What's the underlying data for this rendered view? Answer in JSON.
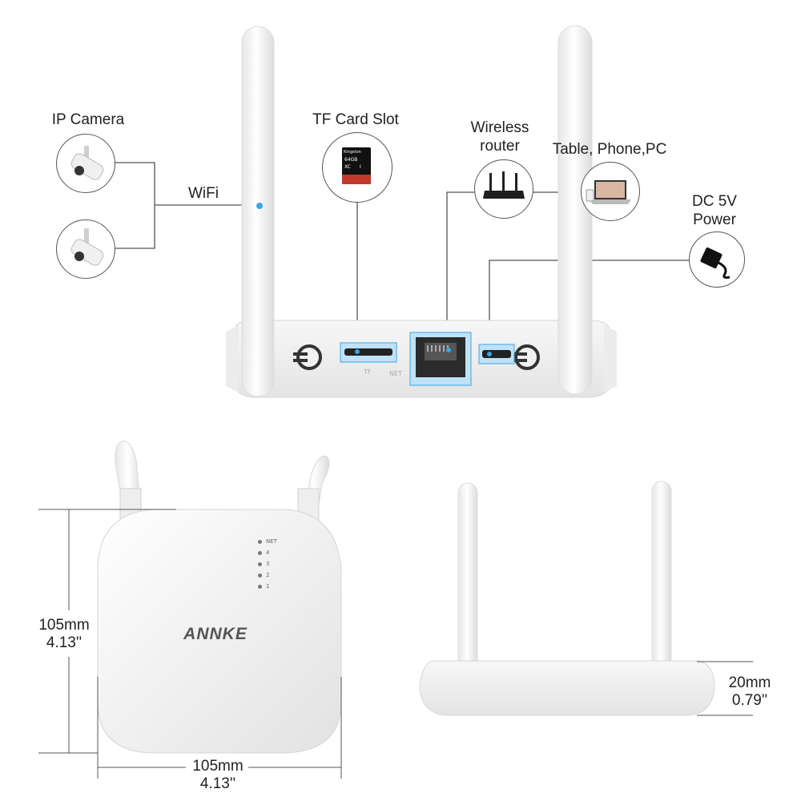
{
  "top_diagram": {
    "ip_camera_label": "IP Camera",
    "wifi_label": "WiFi",
    "tf_card_label": "TF Card Slot",
    "tf_card_text": [
      "Kingston",
      "64GB",
      "XC",
      "I"
    ],
    "wireless_router_label": [
      "Wireless",
      "router"
    ],
    "devices_label": "Table, Phone,PC",
    "dc_power_label": [
      "DC 5V",
      "Power"
    ],
    "port_labels": [
      "TF",
      "NET"
    ],
    "highlight_color": "#3aa6e8",
    "line_color": "#555555"
  },
  "front_view": {
    "brand": "ANNKE",
    "led_labels": [
      "NET",
      "4",
      "3",
      "2",
      "1"
    ],
    "height_dimension": [
      "105mm",
      "4.13''"
    ],
    "width_dimension": [
      "105mm",
      "4.13''"
    ]
  },
  "side_view": {
    "depth_dimension": [
      "20mm",
      "0.79''"
    ]
  },
  "icons": [
    "camera-icon",
    "sd-card-icon",
    "router-icon",
    "laptop-icon",
    "power-adapter-icon"
  ]
}
